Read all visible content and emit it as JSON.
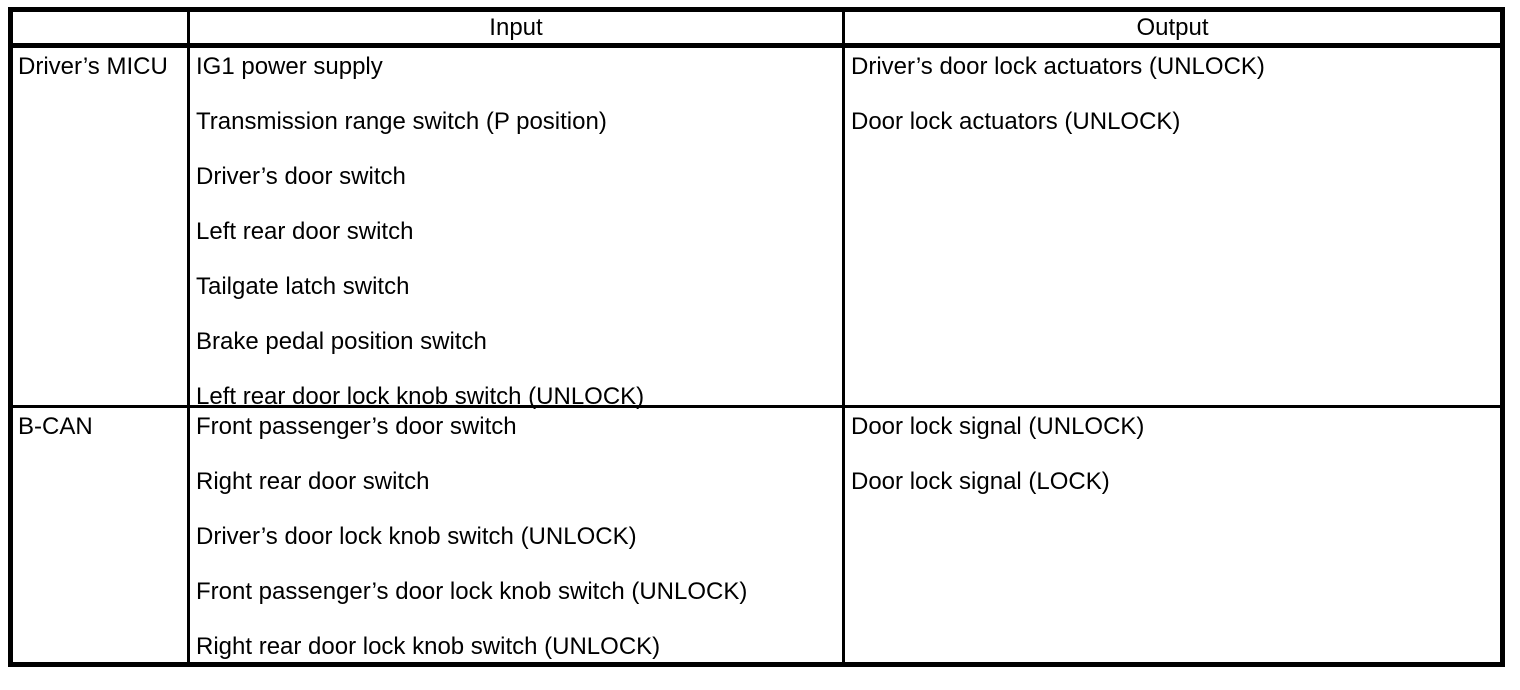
{
  "table": {
    "headers": {
      "corner": "",
      "input": "Input",
      "output": "Output"
    },
    "sections": [
      {
        "label": "Driver’s MICU",
        "inputs": [
          "IG1 power supply",
          "Transmission range switch (P position)",
          "Driver’s door switch",
          "Left rear door switch",
          "Tailgate latch switch",
          "Brake pedal position switch",
          "Left rear door lock knob switch (UNLOCK)"
        ],
        "outputs": [
          "Driver’s door lock actuators (UNLOCK)",
          "Door lock actuators (UNLOCK)"
        ]
      },
      {
        "label": "B-CAN",
        "inputs": [
          "Front passenger’s door switch",
          "Right rear door switch",
          "Driver’s door lock knob switch (UNLOCK)",
          "Front passenger’s door lock knob switch (UNLOCK)",
          "Right rear door lock knob switch (UNLOCK)"
        ],
        "outputs": [
          "Door lock signal (UNLOCK)",
          "Door lock signal (LOCK)"
        ]
      }
    ]
  },
  "colors": {
    "border": "#000000",
    "text": "#000000",
    "background": "#ffffff"
  }
}
